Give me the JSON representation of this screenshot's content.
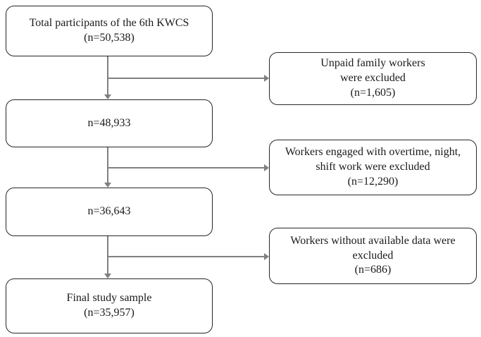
{
  "diagram": {
    "type": "participant-flowchart",
    "main_boxes": [
      {
        "lines": [
          "Total participants of the 6th KWCS",
          "(n=50,538)"
        ]
      },
      {
        "lines": [
          "n=48,933"
        ]
      },
      {
        "lines": [
          "n=36,643"
        ]
      },
      {
        "lines": [
          "Final study sample",
          "(n=35,957)"
        ]
      }
    ],
    "exclusion_boxes": [
      {
        "lines": [
          "Unpaid family workers",
          "were excluded",
          "(n=1,605)"
        ]
      },
      {
        "lines": [
          "Workers engaged with overtime, night,",
          "shift work were excluded",
          "(n=12,290)"
        ]
      },
      {
        "lines": [
          "Workers without available data were",
          "excluded",
          "(n=686)"
        ]
      }
    ],
    "colors": {
      "box_border": "#262626",
      "connector": "#808080",
      "text": "#1a1a1a",
      "background": "#ffffff"
    }
  }
}
